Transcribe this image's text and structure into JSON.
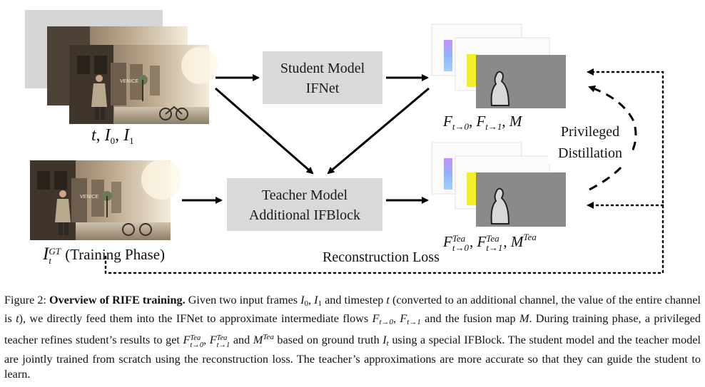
{
  "diagram": {
    "student_box": {
      "line1": "Student Model",
      "line2": "IFNet"
    },
    "teacher_box": {
      "line1": "Teacher Model",
      "line2": "Additional IFBlock"
    },
    "input_label": {
      "t": "t",
      "I0": "I",
      "I0_sub": "0",
      "I1": "I",
      "I1_sub": "1"
    },
    "gt_label": {
      "I": "I",
      "sup": "GT",
      "sub": "t",
      "text": "(Training Phase)"
    },
    "student_output_label": {
      "F1": "F",
      "F1_sub": "t→0",
      "F2": "F",
      "F2_sub": "t→1",
      "M": "M"
    },
    "teacher_output_label": {
      "F1": "F",
      "F1_sup": "Tea",
      "F1_sub": "t→0",
      "F2": "F",
      "F2_sup": "Tea",
      "F2_sub": "t→1",
      "M": "M",
      "M_sup": "Tea"
    },
    "distillation_label": {
      "line1": "Privileged",
      "line2": "Distillation"
    },
    "loss_label": "Reconstruction Loss",
    "image_text": {
      "storefront_sign": "VENICE"
    }
  },
  "caption": {
    "figure_label": "Figure 2:",
    "title": "Overview of RIFE training.",
    "intro": "Given two input frames",
    "frames": "I",
    "frame0_sub": "0",
    "frame1_sub": "1",
    "and_timestep": "and timestep",
    "t": "t",
    "paren_open": "(converted to an additional channel, the value of the entire channel is",
    "paren_close": "), we directly feed them into the IFNet to approximate intermediate flows",
    "F": "F",
    "F_sub0": "t→0",
    "F_sub1": "t→1",
    "and_the_fusion_map": "and the fusion map",
    "M": "M",
    "during": ". During training phase, a privileged teacher refines student’s results to get",
    "tea_sup": "Tea",
    "and": "and",
    "based_on": "based on ground truth",
    "It": "I",
    "It_sub": "t",
    "rest": "using a special IFBlock. The student model and the teacher model are jointly trained from scratch using the reconstruction loss. The teacher’s approximations are more accurate so that they can guide the student to learn."
  }
}
